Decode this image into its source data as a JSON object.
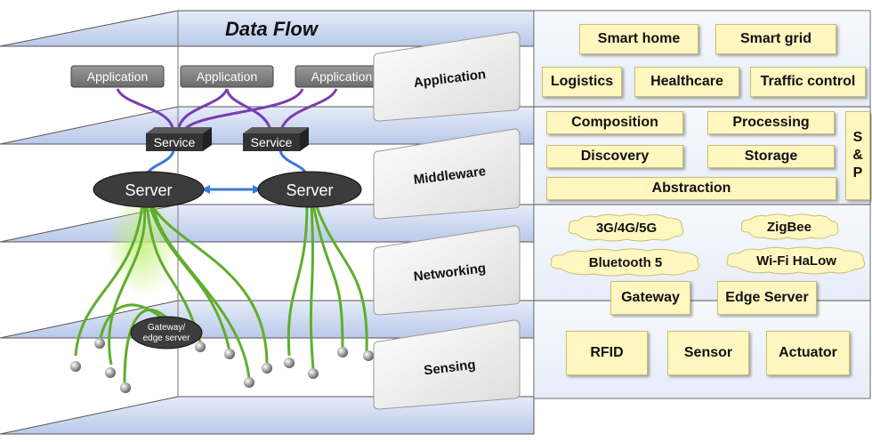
{
  "diagram": {
    "title": "Data Flow",
    "layers": [
      "Application",
      "Middleware",
      "Networking",
      "Sensing"
    ],
    "left": {
      "applications": [
        "Application",
        "Application",
        "Application"
      ],
      "services": [
        "Service",
        "Service"
      ],
      "servers": [
        "Server",
        "Server"
      ],
      "gateway": [
        "Gateway/",
        "edge server"
      ]
    },
    "right": {
      "application": [
        "Smart home",
        "Smart grid",
        "Logistics",
        "Healthcare",
        "Traffic control"
      ],
      "middleware": [
        "Composition",
        "Processing",
        "Discovery",
        "Storage",
        "Abstraction"
      ],
      "sp": [
        "S",
        "&",
        "P"
      ],
      "networking_clouds": [
        "3G/4G/5G",
        "ZigBee",
        "Bluetooth 5",
        "Wi-Fi HaLow"
      ],
      "networking_boxes": [
        "Gateway",
        "Edge Server"
      ],
      "sensing": [
        "RFID",
        "Sensor",
        "Actuator"
      ]
    }
  },
  "colors": {
    "layer_fill": "#c5d3ee",
    "data_link": "#5fae2b",
    "app_link": "#7a3db0",
    "server_link": "#3a7bd5",
    "box_fill": "#fff7bf"
  }
}
